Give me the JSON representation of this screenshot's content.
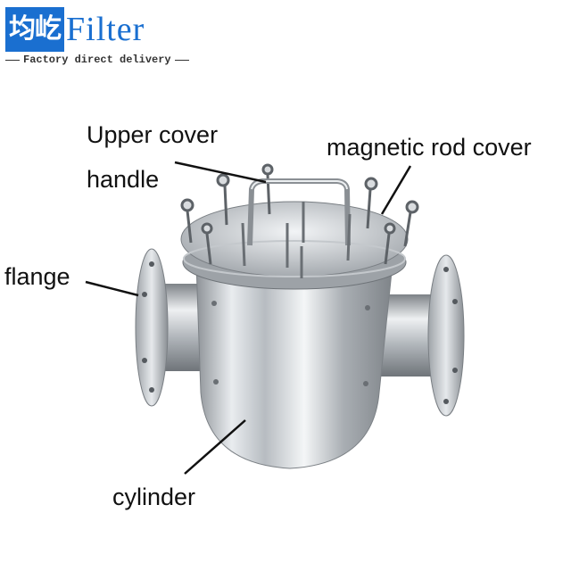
{
  "logo": {
    "brand_cn": "均屹",
    "brand_en": "Filter",
    "tagline": "Factory direct delivery"
  },
  "labels": {
    "upper_cover": "Upper cover",
    "handle": "handle",
    "magnetic_rod_cover": "magnetic rod cover",
    "flange": "flange",
    "cylinder": "cylinder"
  },
  "colors": {
    "brand_blue": "#1a6fd0",
    "steel": "#c9ccd0",
    "leader_line": "#111111"
  }
}
